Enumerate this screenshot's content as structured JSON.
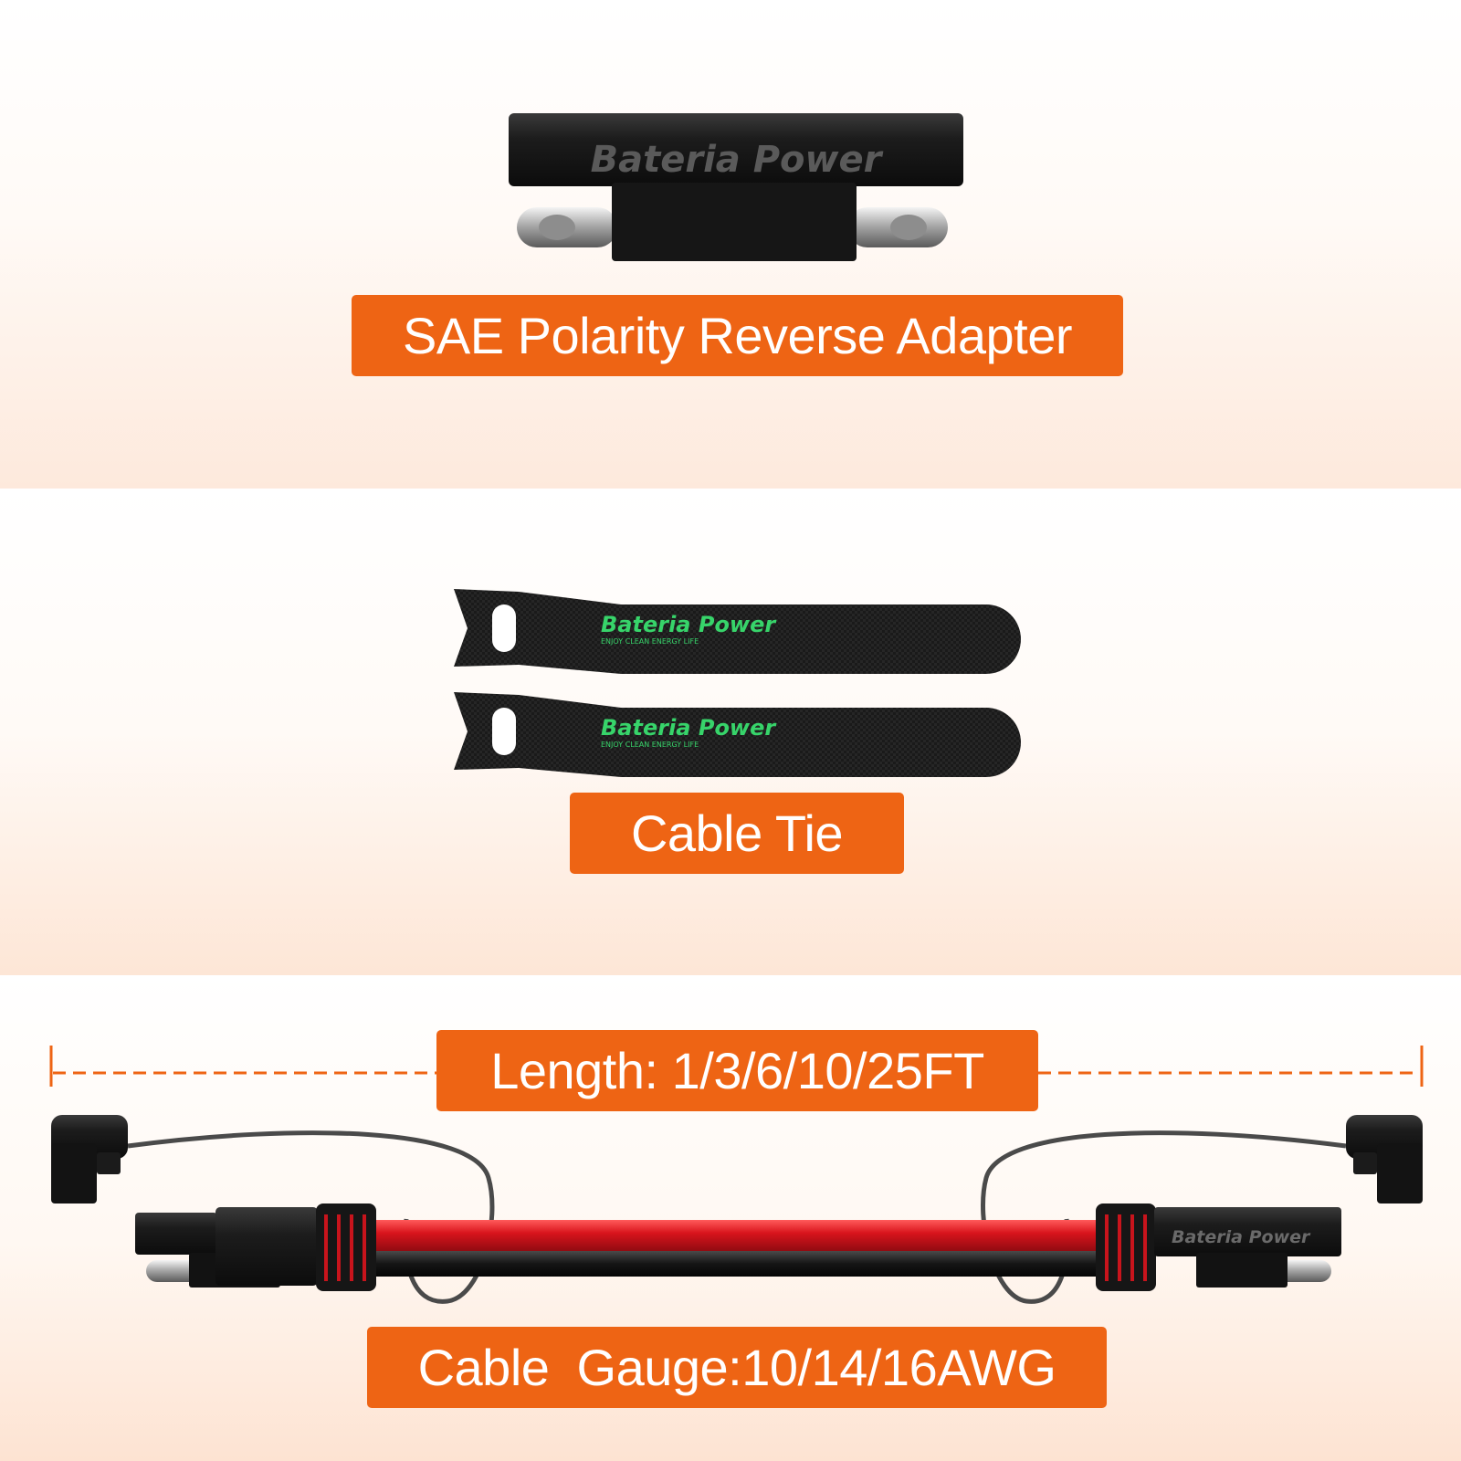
{
  "brand": "Bateria Power",
  "tie_tagline": "ENJOY CLEAN ENERGY LIFE",
  "labels": {
    "adapter": "SAE Polarity Reverse Adapter",
    "cable_tie": "Cable Tie",
    "length": "Length: 1/3/6/10/25FT",
    "gauge": "Cable  Gauge:10/14/16AWG"
  },
  "colors": {
    "accent": "#ee6414",
    "cable_red": "#d8141c",
    "connector_black": "#1e1e1e",
    "tie_text_green": "#37d46a"
  }
}
